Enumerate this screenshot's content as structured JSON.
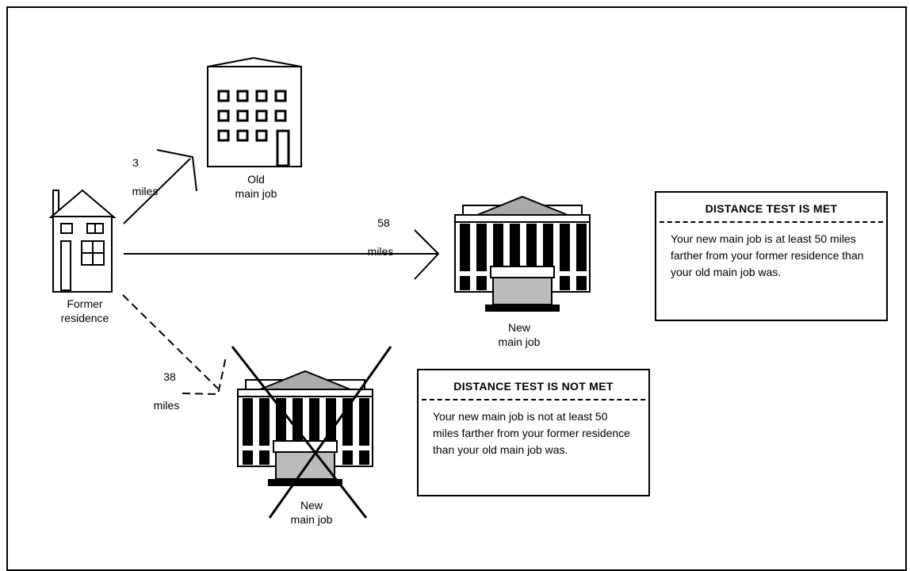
{
  "distances": {
    "old_job": {
      "value": "3",
      "unit": "miles"
    },
    "new_job_met": {
      "value": "58",
      "unit": "miles"
    },
    "new_job_not_met": {
      "value": "38",
      "unit": "miles"
    }
  },
  "labels": {
    "former_residence": "Former\nresidence",
    "old_main_job": "Old\nmain job",
    "new_main_job_met": "New\nmain job",
    "new_main_job_not_met": "New\nmain job"
  },
  "result_met": {
    "title": "DISTANCE TEST IS MET",
    "text": "Your new main job is at least 50 miles farther from your former residence than your old main job was."
  },
  "result_not_met": {
    "title": "DISTANCE TEST IS NOT MET",
    "text": "Your new main job is not at least 50 miles farther from your former residence than your old main job was."
  },
  "icons": [
    "house-icon",
    "office-building-icon",
    "columned-building-icon",
    "cross-out-icon"
  ]
}
